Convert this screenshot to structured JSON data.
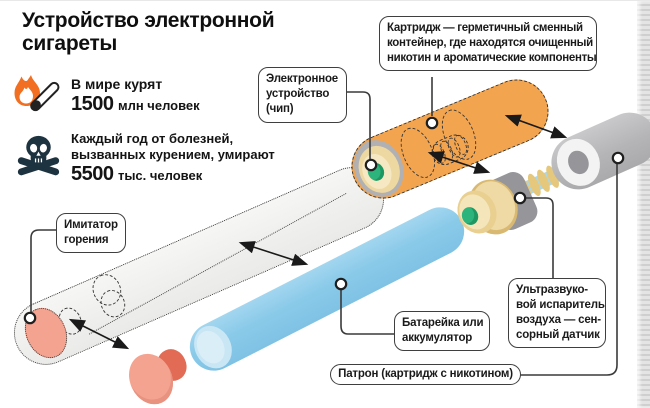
{
  "title": {
    "line1": "Устройство электронной",
    "line2": "сигареты"
  },
  "stats": {
    "smokers": {
      "intro": "В мире курят",
      "value": "1500",
      "unit": "млн человек"
    },
    "deaths": {
      "line1": "Каждый год от болезней,",
      "line2": "вызванных курением, умирают",
      "value": "5500",
      "unit": "тыс. человек"
    }
  },
  "callouts": {
    "cartridge": {
      "line1": "Картридж — герметичный сменный",
      "line2": "контейнер, где находятся очищенный",
      "line3": "никотин и ароматические компоненты"
    },
    "chip": {
      "line1": "Электронное",
      "line2": "устройство",
      "line3": "(чип)"
    },
    "imitator": {
      "line1": "Имитатор",
      "line2": "горения"
    },
    "battery": {
      "line1": "Батарейка или",
      "line2": "аккумулятор"
    },
    "vaporizer": {
      "line1": "Ультразвуко-",
      "line2": "вой испаритель",
      "line3": "воздуха — сен-",
      "line4": "сорный датчик"
    },
    "patron": {
      "text": "Патрон (картридж с никотином)"
    }
  },
  "icons": {
    "flame": "flame-and-match-icon",
    "skull": "skull-crossbones-icon"
  },
  "colors": {
    "cartridge_orange": "#f2a44f",
    "battery_blue": "#8acae9",
    "imitator_pink": "#f3a390",
    "atomizer_tan": "#efd9a4",
    "chip_green": "#2db47c",
    "metal_gray": "#b8b8ba",
    "flame_orange": "#f26f21",
    "skull_dark": "#1d3340",
    "line_dark": "#3a3a3a"
  }
}
